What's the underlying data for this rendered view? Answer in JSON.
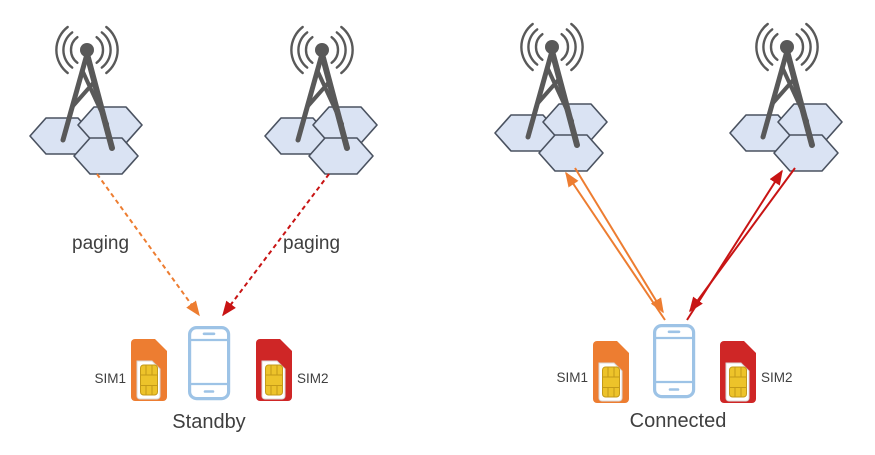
{
  "colors": {
    "arrow_orange": "#ED7D31",
    "arrow_red": "#C81414",
    "sim1_orange": "#ED7D31",
    "sim2_red": "#CF2626",
    "phone_blue": "#9DC3E6",
    "cell_hex_fill": "#DAE3F3",
    "cell_hex_stroke": "#4A5260",
    "tower_gray": "#595959",
    "chip_gold": "#EDC32A",
    "label_gray": "#3F3F3F"
  },
  "panels": {
    "standby": {
      "label": "Standby",
      "paging_sim1": "paging",
      "paging_sim2": "paging",
      "sim1_label": "SIM1",
      "sim2_label": "SIM2"
    },
    "connected": {
      "label": "Connected",
      "sim1_label": "SIM1",
      "sim2_label": "SIM2"
    }
  }
}
